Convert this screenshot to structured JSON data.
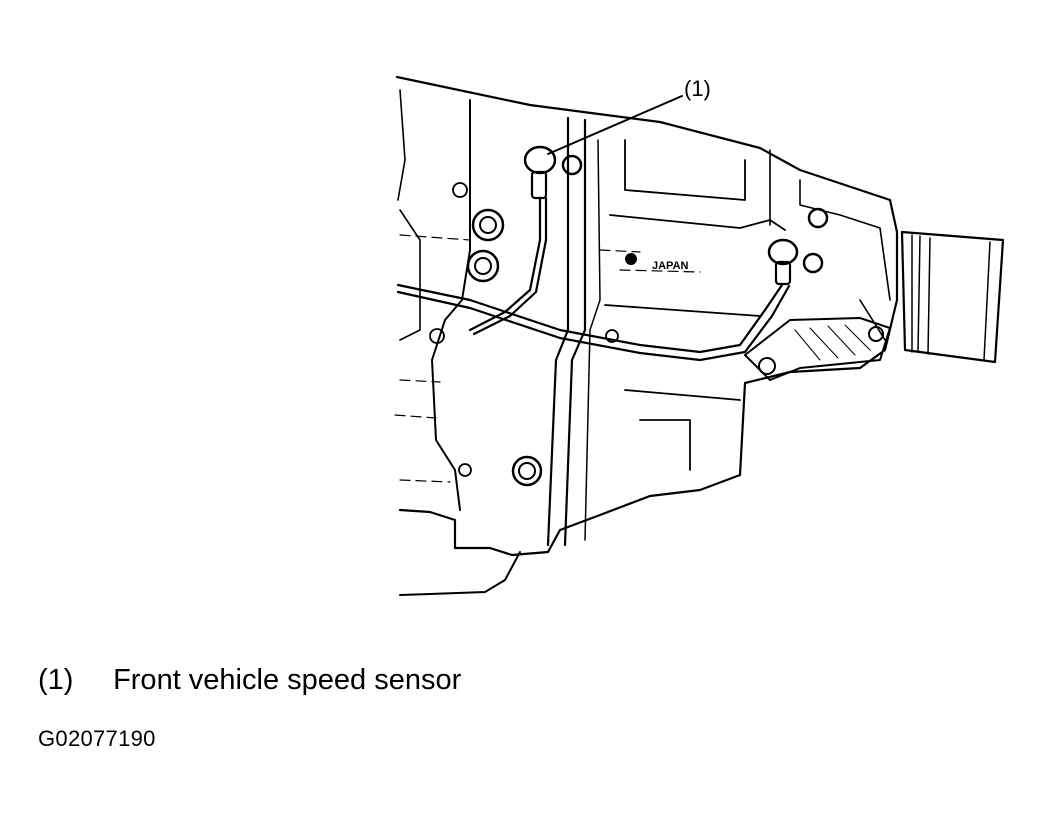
{
  "callout": {
    "label": "(1)"
  },
  "housing_stamp": "JAPAN",
  "legend": [
    {
      "number": "(1)",
      "text": "Front vehicle speed sensor"
    }
  ],
  "figure_id": "G02077190"
}
